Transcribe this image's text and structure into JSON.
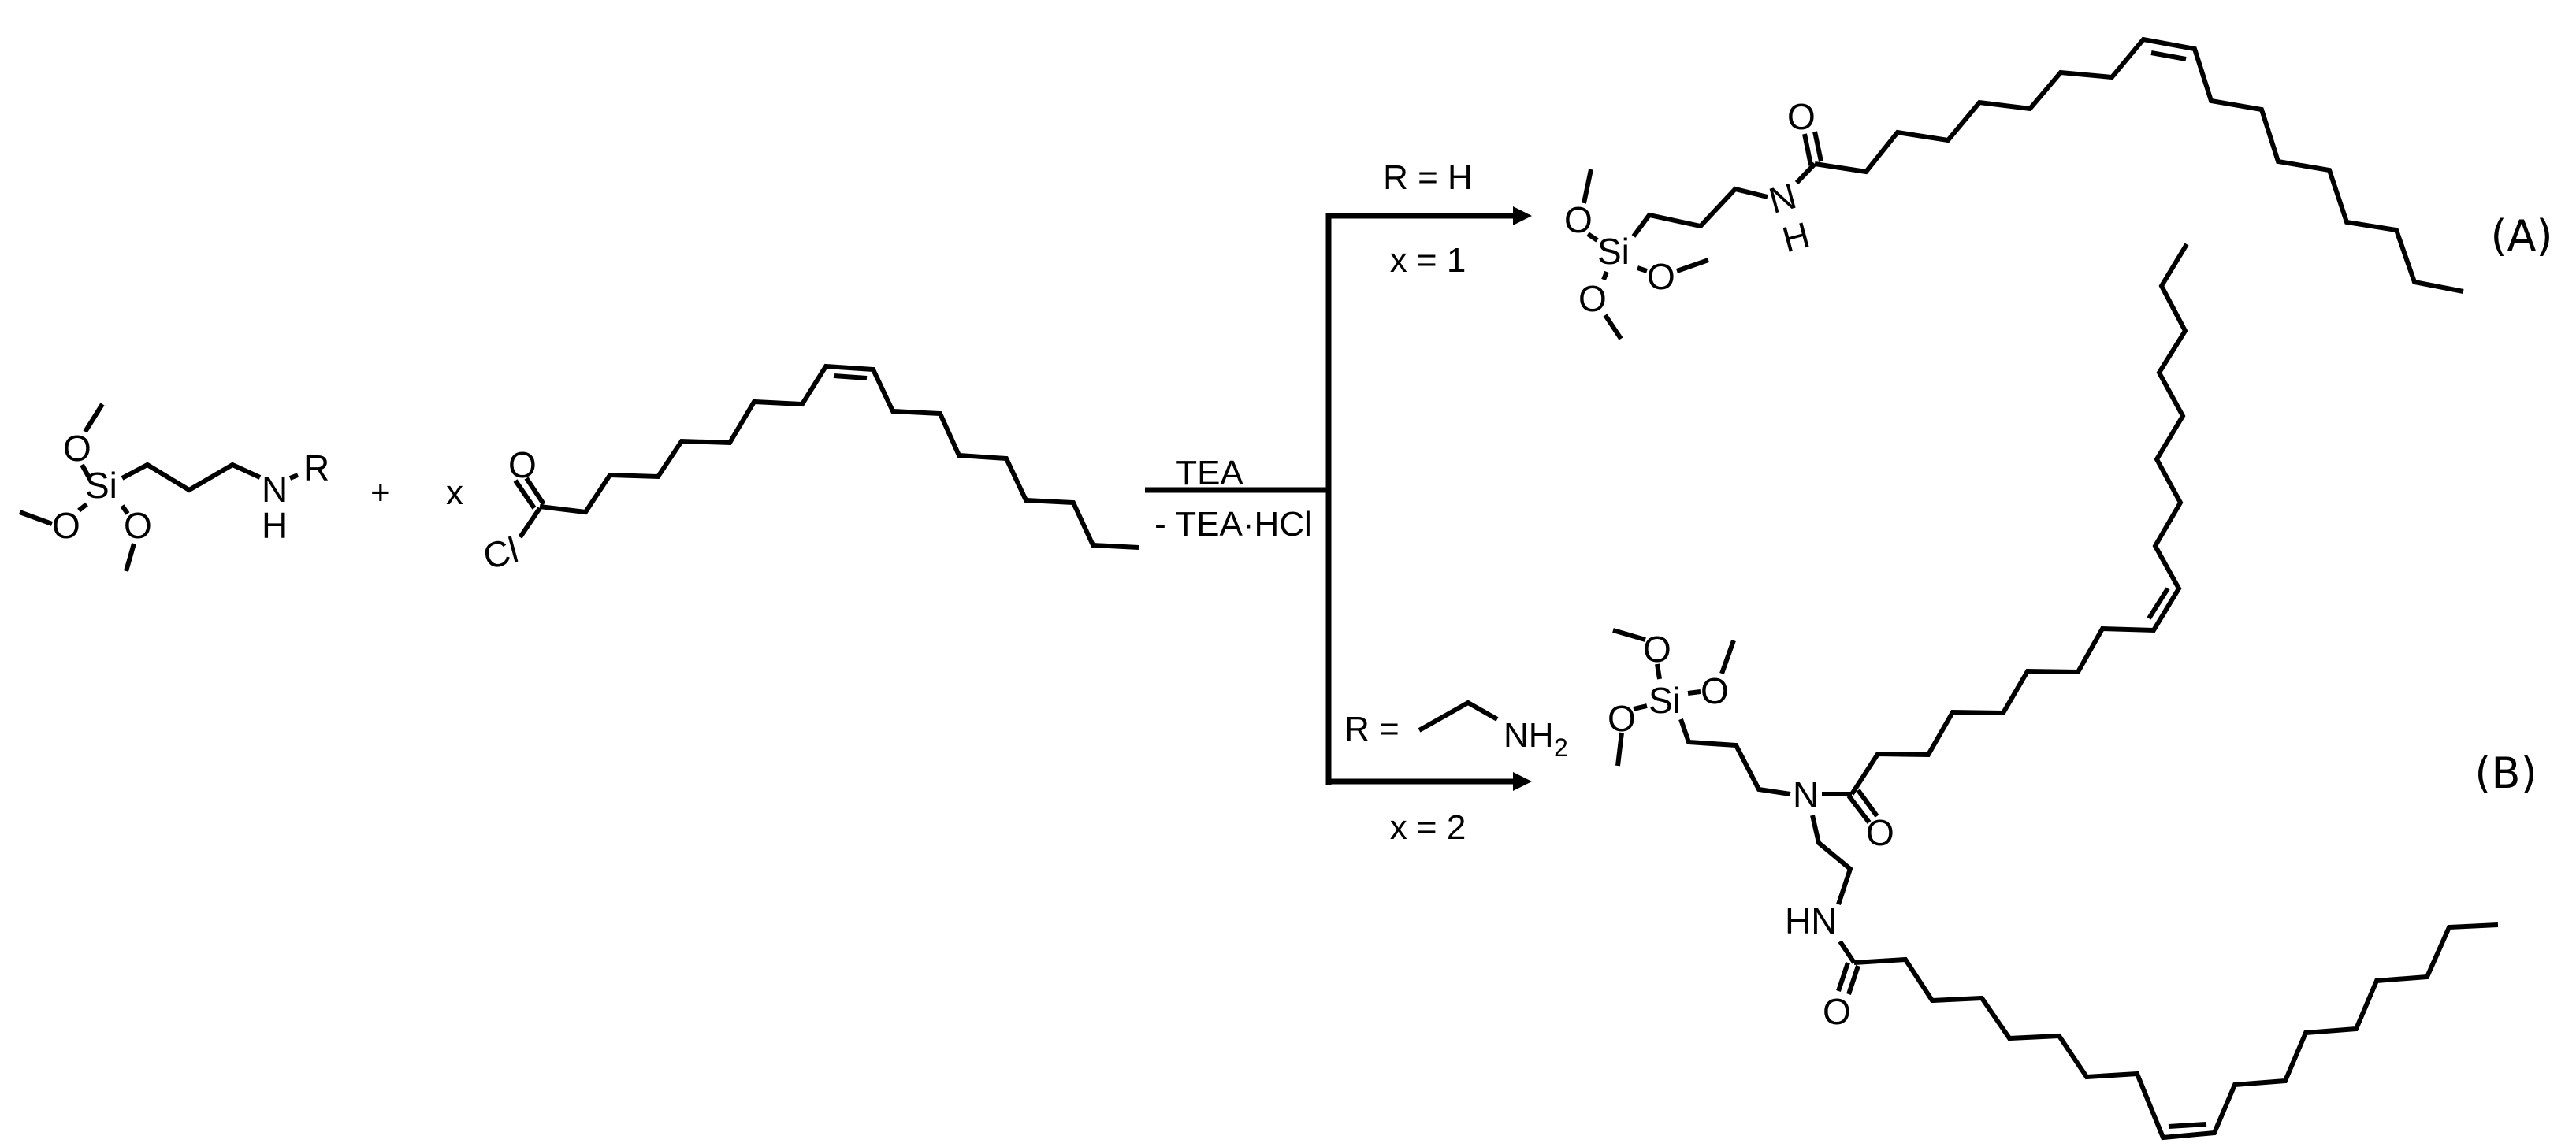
{
  "figure": {
    "type": "reaction-scheme",
    "background": "#ffffff",
    "stroke_color": "#000000"
  },
  "reactants": {
    "silane": {
      "name": "trimethoxysilylpropyl amine",
      "atoms": {
        "si": "Si",
        "o1": "O",
        "o2": "O",
        "o3": "O",
        "n": "N",
        "h": "H",
        "r": "R"
      }
    },
    "plus": "+",
    "coefficient": "x",
    "acyl_chloride": {
      "name": "oleoyl chloride",
      "atoms": {
        "o": "O",
        "cl": "Cl"
      }
    }
  },
  "conditions": {
    "reagent": "TEA",
    "byproduct": "- TEA·HCl"
  },
  "branches": [
    {
      "r_label": "R = H",
      "x_label": "x = 1",
      "product_label": "(A)",
      "product_atoms": {
        "si": "Si",
        "o1": "O",
        "o2": "O",
        "o3": "O",
        "n": "N",
        "h": "H",
        "o_carbonyl": "O"
      }
    },
    {
      "r_prefix": "R =",
      "r_group": "NH",
      "r_group_sub": "2",
      "x_label": "x = 2",
      "product_label": "(B)",
      "product_atoms": {
        "si": "Si",
        "o1": "O",
        "o2": "O",
        "o3": "O",
        "n": "N",
        "o_carbonyl1": "O",
        "hn": "HN",
        "o_carbonyl2": "O"
      }
    }
  ]
}
